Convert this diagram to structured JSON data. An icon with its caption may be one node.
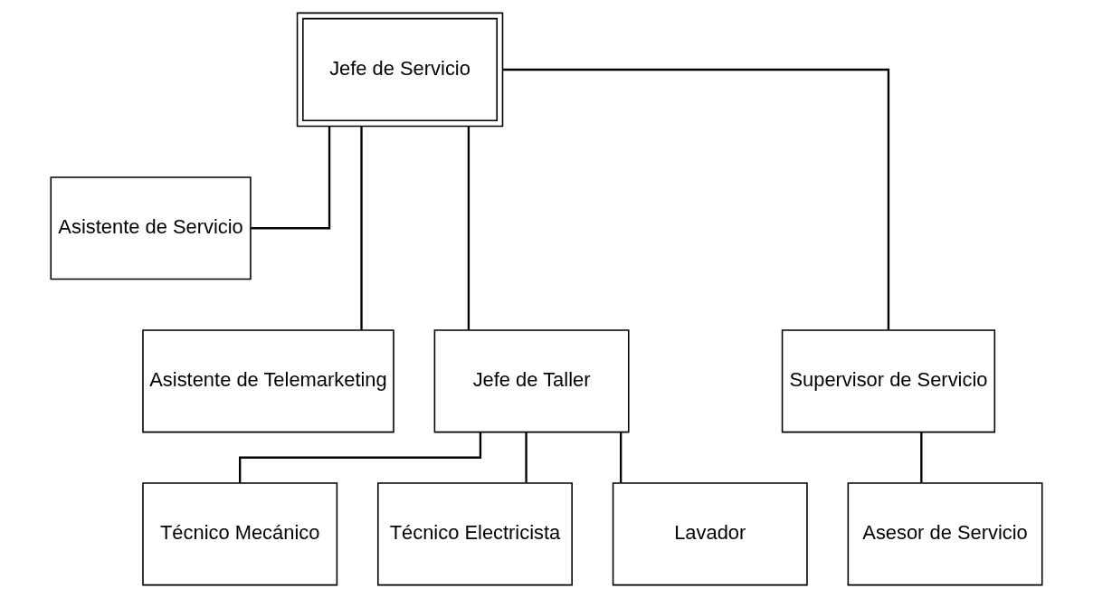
{
  "diagram": {
    "nodes": [
      {
        "text": [
          "Jefe de Servicio"
        ]
      },
      {
        "text": [
          "Asistente de Servicio"
        ]
      },
      {
        "text": [
          "Asistente de Telemarketing"
        ]
      },
      {
        "text": [
          "Jefe de Taller"
        ]
      },
      {
        "text": [
          "Supervisor de Servicio"
        ]
      },
      {
        "text": [
          "Técnico Mecánico"
        ]
      },
      {
        "text": [
          "Técnico Electricista"
        ]
      },
      {
        "text": [
          "Lavador"
        ]
      },
      {
        "text": [
          "Asesor de Servicio"
        ]
      }
    ],
    "edges": [
      {
        "from": 0,
        "to": 1,
        "arrow": "none"
      },
      {
        "from": 0,
        "to": 2,
        "arrow": "none"
      },
      {
        "from": 0,
        "to": 3,
        "arrow": "none"
      },
      {
        "from": 0,
        "to": 4,
        "arrow": "none"
      },
      {
        "from": 3,
        "to": 5,
        "arrow": "none"
      },
      {
        "from": 3,
        "to": 6,
        "arrow": "none"
      },
      {
        "from": 3,
        "to": 7,
        "arrow": "none"
      },
      {
        "from": 4,
        "to": 8,
        "arrow": "none"
      }
    ]
  }
}
